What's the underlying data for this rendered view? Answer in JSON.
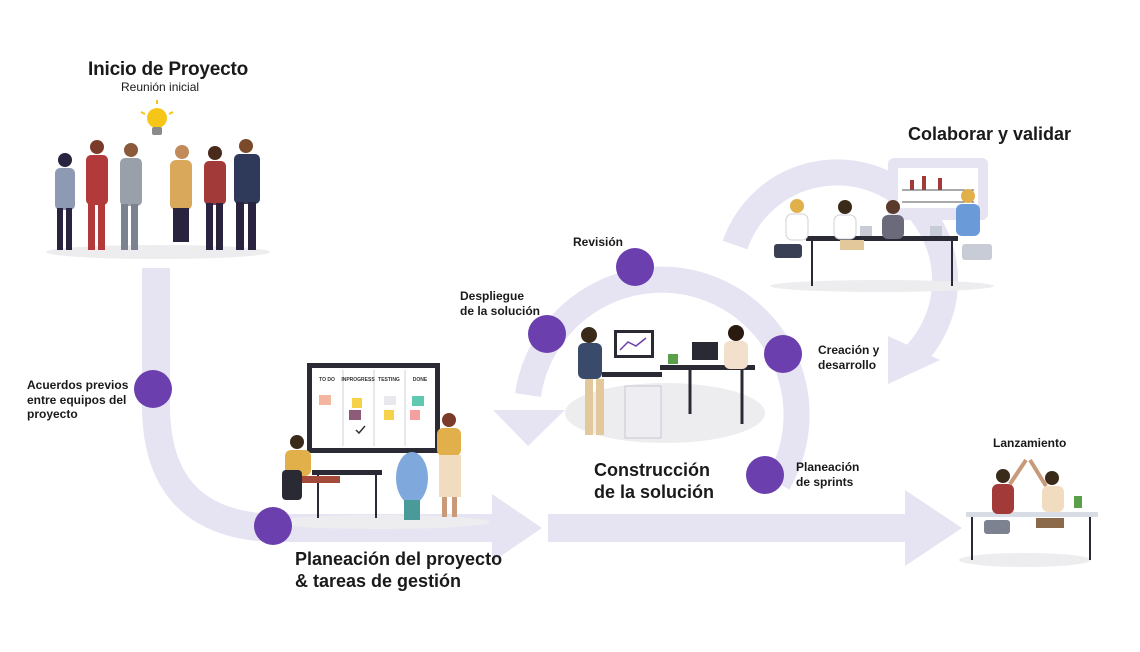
{
  "colors": {
    "path": "#e6e3f2",
    "node": "#6b3fae",
    "scene_bg": "#ededef"
  },
  "stages": {
    "inicio": {
      "title": "Inicio de Proyecto",
      "subtitle": "Reunión inicial",
      "icon": "lightbulb-icon"
    },
    "acuerdos": "Acuerdos previos\nentre equipos del\nproyecto",
    "planeacion": "Planeación del proyecto\n& tareas de gestión",
    "construccion": "Construcción\nde la solución",
    "revision": "Revisión",
    "despliegue": "Despliegue\nde la solución",
    "creacion": "Creación y\ndesarrollo",
    "sprints": "Planeación\nde sprints",
    "colaborar": "Colaborar y validar",
    "lanzamiento": "Lanzamiento"
  },
  "kanban": {
    "columns": [
      "TO DO",
      "INPROGRESS",
      "TESTING",
      "DONE"
    ]
  }
}
